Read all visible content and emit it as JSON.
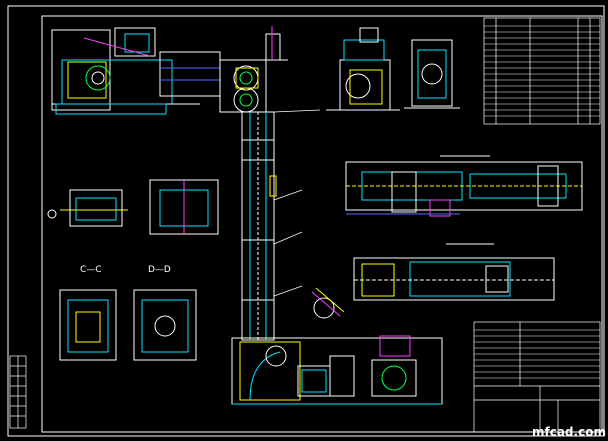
{
  "drawing": {
    "section_c_label": "C—C",
    "section_d_label": "D—D",
    "watermark_text": "mfcad.com"
  },
  "colors": {
    "background": "#000000",
    "line_white": "#ffffff",
    "line_cyan": "#00e5ff",
    "line_yellow": "#ffff00",
    "line_green": "#00ff4c",
    "line_magenta": "#ff3cff",
    "line_blue": "#4c6bff",
    "line_red": "#ff2a2a"
  }
}
